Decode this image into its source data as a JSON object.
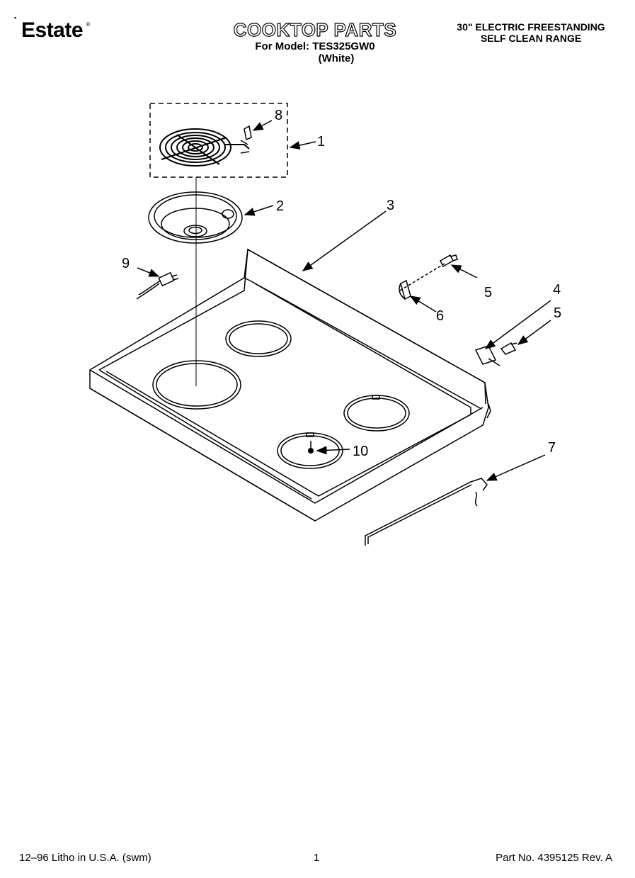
{
  "header": {
    "brand": "Estate",
    "brand_mark": "®",
    "title": "COOKTOP PARTS",
    "model_line": "For Model: TES325GW0",
    "color_line": "(White)",
    "description_line1": "30\" ELECTRIC FREESTANDING",
    "description_line2": "SELF CLEAN RANGE"
  },
  "diagram": {
    "callouts": [
      {
        "id": "callout-1",
        "label": "1"
      },
      {
        "id": "callout-2",
        "label": "2"
      },
      {
        "id": "callout-3",
        "label": "3"
      },
      {
        "id": "callout-4",
        "label": "4"
      },
      {
        "id": "callout-5a",
        "label": "5"
      },
      {
        "id": "callout-5b",
        "label": "5"
      },
      {
        "id": "callout-6",
        "label": "6"
      },
      {
        "id": "callout-7",
        "label": "7"
      },
      {
        "id": "callout-8",
        "label": "8"
      },
      {
        "id": "callout-9",
        "label": "9"
      },
      {
        "id": "callout-10",
        "label": "10"
      }
    ]
  },
  "footer": {
    "print_info": "12–96 Litho in U.S.A. (swm)",
    "page_number": "1",
    "part_number": "Part No. 4395125 Rev. A"
  }
}
